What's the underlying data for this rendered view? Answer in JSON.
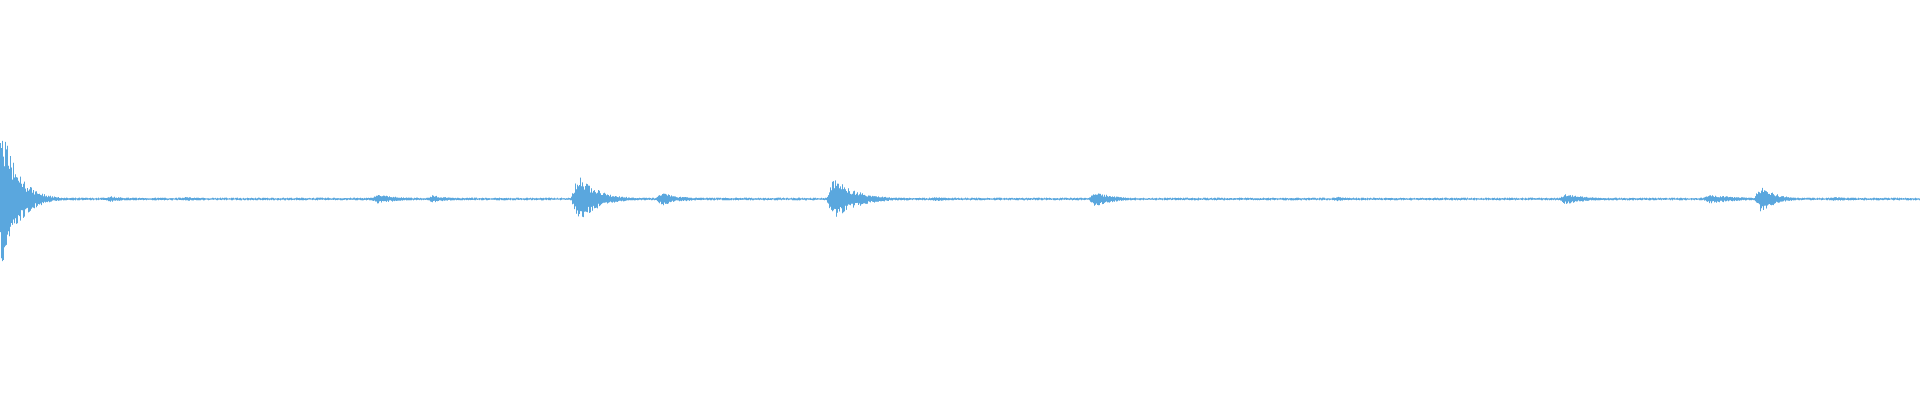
{
  "waveform": {
    "color": "#5aa7de",
    "amplitude_scale": "linear",
    "bursts": [
      {
        "t": 0.001,
        "peak": 1.0,
        "decay": 0.008
      },
      {
        "t": 0.057,
        "peak": 0.04,
        "decay": 0.01
      },
      {
        "t": 0.097,
        "peak": 0.03,
        "decay": 0.01
      },
      {
        "t": 0.196,
        "peak": 0.06,
        "decay": 0.014
      },
      {
        "t": 0.225,
        "peak": 0.05,
        "decay": 0.01
      },
      {
        "t": 0.301,
        "peak": 0.33,
        "decay": 0.01
      },
      {
        "t": 0.345,
        "peak": 0.1,
        "decay": 0.006
      },
      {
        "t": 0.354,
        "peak": 0.04,
        "decay": 0.01
      },
      {
        "t": 0.434,
        "peak": 0.28,
        "decay": 0.012
      },
      {
        "t": 0.487,
        "peak": 0.03,
        "decay": 0.01
      },
      {
        "t": 0.57,
        "peak": 0.1,
        "decay": 0.01
      },
      {
        "t": 0.696,
        "peak": 0.03,
        "decay": 0.01
      },
      {
        "t": 0.815,
        "peak": 0.07,
        "decay": 0.012
      },
      {
        "t": 0.89,
        "peak": 0.06,
        "decay": 0.018
      },
      {
        "t": 0.917,
        "peak": 0.18,
        "decay": 0.008
      },
      {
        "t": 0.955,
        "peak": 0.03,
        "decay": 0.012
      }
    ],
    "noise_floor": 0.012
  }
}
